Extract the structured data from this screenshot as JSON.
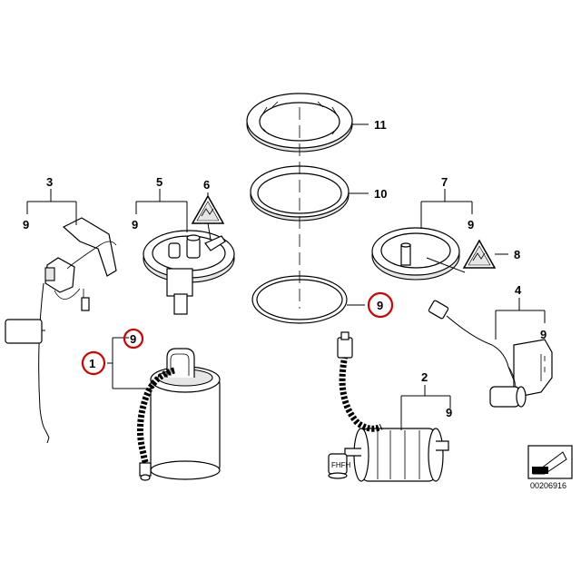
{
  "callouts": {
    "c1": "1",
    "c2": "2",
    "c3": "3",
    "c4": "4",
    "c5": "5",
    "c6": "6",
    "c7": "7",
    "c8": "8",
    "c9": "9",
    "c10": "10",
    "c11": "11"
  },
  "highlight_color": "#d40000",
  "diagram_id": "00206916",
  "icons": {
    "warning": "warning-triangle-icon",
    "orientation": "orientation-arrow-icon"
  }
}
